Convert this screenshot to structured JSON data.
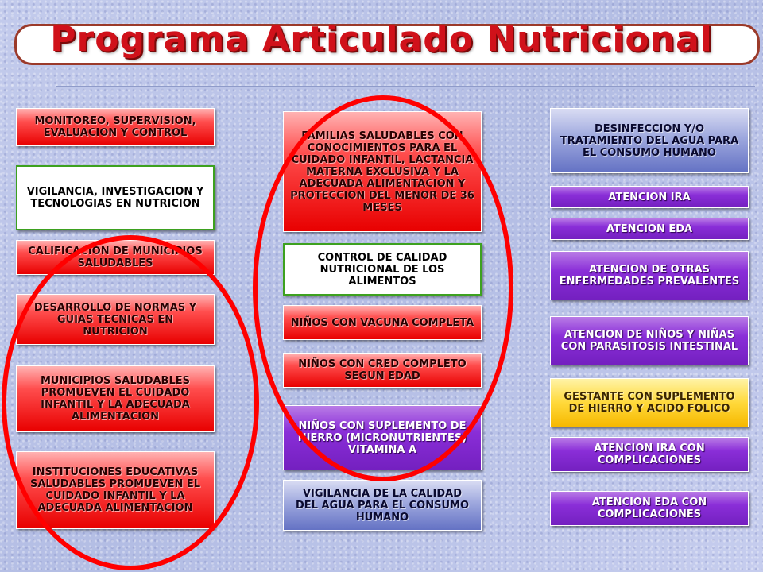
{
  "title": "Programa  Articulado Nutricional",
  "left_column": [
    {
      "label": "MONITOREO, SUPERVISION, EVALUACION Y CONTROL",
      "style": "red"
    },
    {
      "label": "VIGILANCIA, INVESTIGACION Y TECNOLOGIAS EN NUTRICION",
      "style": "white"
    },
    {
      "label": "CALIFICACION DE MUNICIPIOS SALUDABLES",
      "style": "red"
    },
    {
      "label": "DESARROLLO DE NORMAS Y GUIAS TECNICAS EN NUTRICION",
      "style": "red"
    },
    {
      "label": "MUNICIPIOS SALUDABLES PROMUEVEN EL CUIDADO INFANTIL Y LA ADECUADA ALIMENTACION",
      "style": "red"
    },
    {
      "label": "INSTITUCIONES EDUCATIVAS SALUDABLES PROMUEVEN EL CUIDADO INFANTIL Y LA ADECUADA ALIMENTACION",
      "style": "red"
    }
  ],
  "center_column": [
    {
      "label": "FAMILIAS SALUDABLES CON CONOCIMIENTOS PARA EL CUIDADO INFANTIL, LACTANCIA MATERNA EXCLUSIVA Y LA ADECUADA ALIMENTACION Y PROTECCION DEL MENOR DE 36 MESES",
      "style": "red"
    },
    {
      "label": "CONTROL DE CALIDAD NUTRICIONAL DE LOS ALIMENTOS",
      "style": "white"
    },
    {
      "label": "NIÑOS CON VACUNA COMPLETA",
      "style": "red"
    },
    {
      "label": "NIÑOS CON CRED COMPLETO SEGUN EDAD",
      "style": "red"
    },
    {
      "label": "NIÑOS CON SUPLEMENTO DE HIERRO (MICRONUTRIENTES) VITAMINA A",
      "style": "purple"
    },
    {
      "label": "VIGILANCIA DE LA CALIDAD DEL AGUA PARA EL CONSUMO HUMANO",
      "style": "blue"
    }
  ],
  "right_column": [
    {
      "label": "DESINFECCION Y/O TRATAMIENTO DEL AGUA PARA EL CONSUMO HUMANO",
      "style": "blue"
    },
    {
      "label": "ATENCION IRA",
      "style": "purple"
    },
    {
      "label": "ATENCION EDA",
      "style": "purple"
    },
    {
      "label": "ATENCION DE OTRAS ENFERMEDADES PREVALENTES",
      "style": "purple"
    },
    {
      "label": "ATENCION DE NIÑOS Y NIÑAS CON PARASITOSIS INTESTINAL",
      "style": "purple"
    },
    {
      "label": "GESTANTE CON SUPLEMENTO DE HIERRO Y ACIDO FOLICO",
      "style": "yellow"
    },
    {
      "label": "ATENCION IRA CON COMPLICACIONES",
      "style": "purple"
    },
    {
      "label": "ATENCION EDA CON COMPLICACIONES",
      "style": "purple"
    }
  ],
  "colors": {
    "title": "#d0111a",
    "highlight_circle": "#ff0000",
    "red_box": "#e80000",
    "purple_box": "#7420c0",
    "blue_box": "#6472c4",
    "yellow_box": "#f6b800",
    "white_box_border": "#3da11f"
  }
}
